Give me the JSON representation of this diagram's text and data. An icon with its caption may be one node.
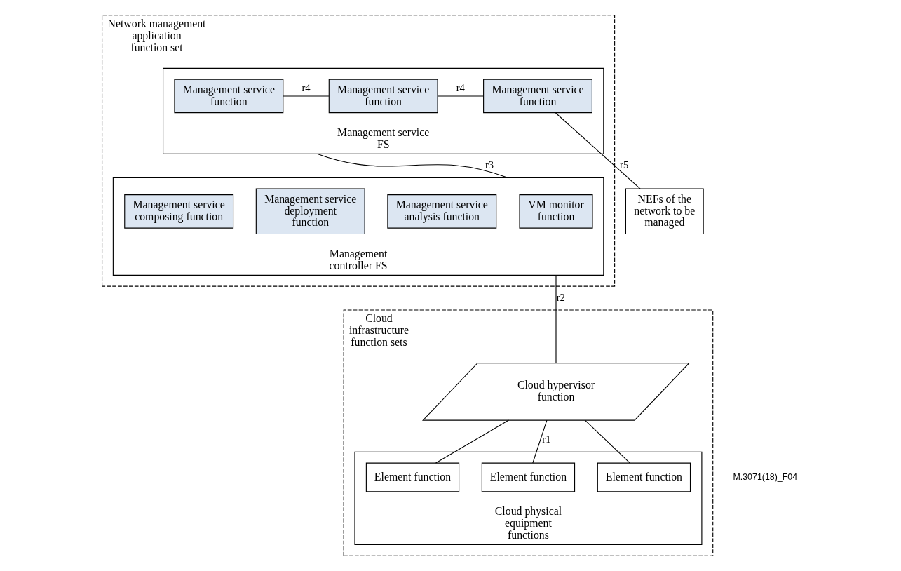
{
  "diagram": {
    "nodes": [
      {
        "text": [
          "Network management application function set"
        ]
      },
      {
        "text": [
          "Management service FS"
        ],
        "in": 0
      },
      {
        "text": [
          "Management service function"
        ],
        "in": 1
      },
      {
        "text": [
          "Management service function"
        ],
        "in": 1
      },
      {
        "text": [
          "Management service function"
        ],
        "in": 1
      },
      {
        "text": [
          "NEFs of the network to be managed"
        ]
      },
      {
        "text": [
          "Management controller FS"
        ],
        "in": 0
      },
      {
        "text": [
          "VM monitor function"
        ],
        "in": 6
      },
      {
        "text": [
          "Management service analysis function"
        ],
        "in": 6
      },
      {
        "text": [
          "Management service deployment function"
        ],
        "in": 6
      },
      {
        "text": [
          "Management service composing function"
        ],
        "in": 6
      },
      {
        "text": [
          "Cloud infrastructure function sets"
        ]
      },
      {
        "text": [
          "Cloud hypervisor function"
        ],
        "in": 11
      },
      {
        "text": [
          "Cloud physical equipment functions"
        ],
        "in": 11
      },
      {
        "text": [
          "Element function"
        ],
        "in": 13
      },
      {
        "text": [
          "Element function"
        ],
        "in": 13
      },
      {
        "text": [
          "Element function"
        ],
        "in": 13
      }
    ],
    "edges": [
      {
        "from": 2,
        "to": 3,
        "arrow": "none",
        "label": "r4"
      },
      {
        "from": 3,
        "to": 4,
        "arrow": "none",
        "label": "r4"
      },
      {
        "from": 4,
        "to": 5,
        "arrow": "none",
        "label": "r5"
      },
      {
        "from": 1,
        "to": 6,
        "arrow": "none",
        "label": "r3"
      },
      {
        "from": 6,
        "to": 12,
        "arrow": "none",
        "label": "r2"
      },
      {
        "from": 12,
        "to": 14,
        "arrow": "none"
      },
      {
        "from": 12,
        "to": 15,
        "arrow": "none",
        "label": "r1"
      },
      {
        "from": 12,
        "to": 16,
        "arrow": "none"
      }
    ],
    "labels": [
      "M.3071(18)_F04"
    ]
  }
}
